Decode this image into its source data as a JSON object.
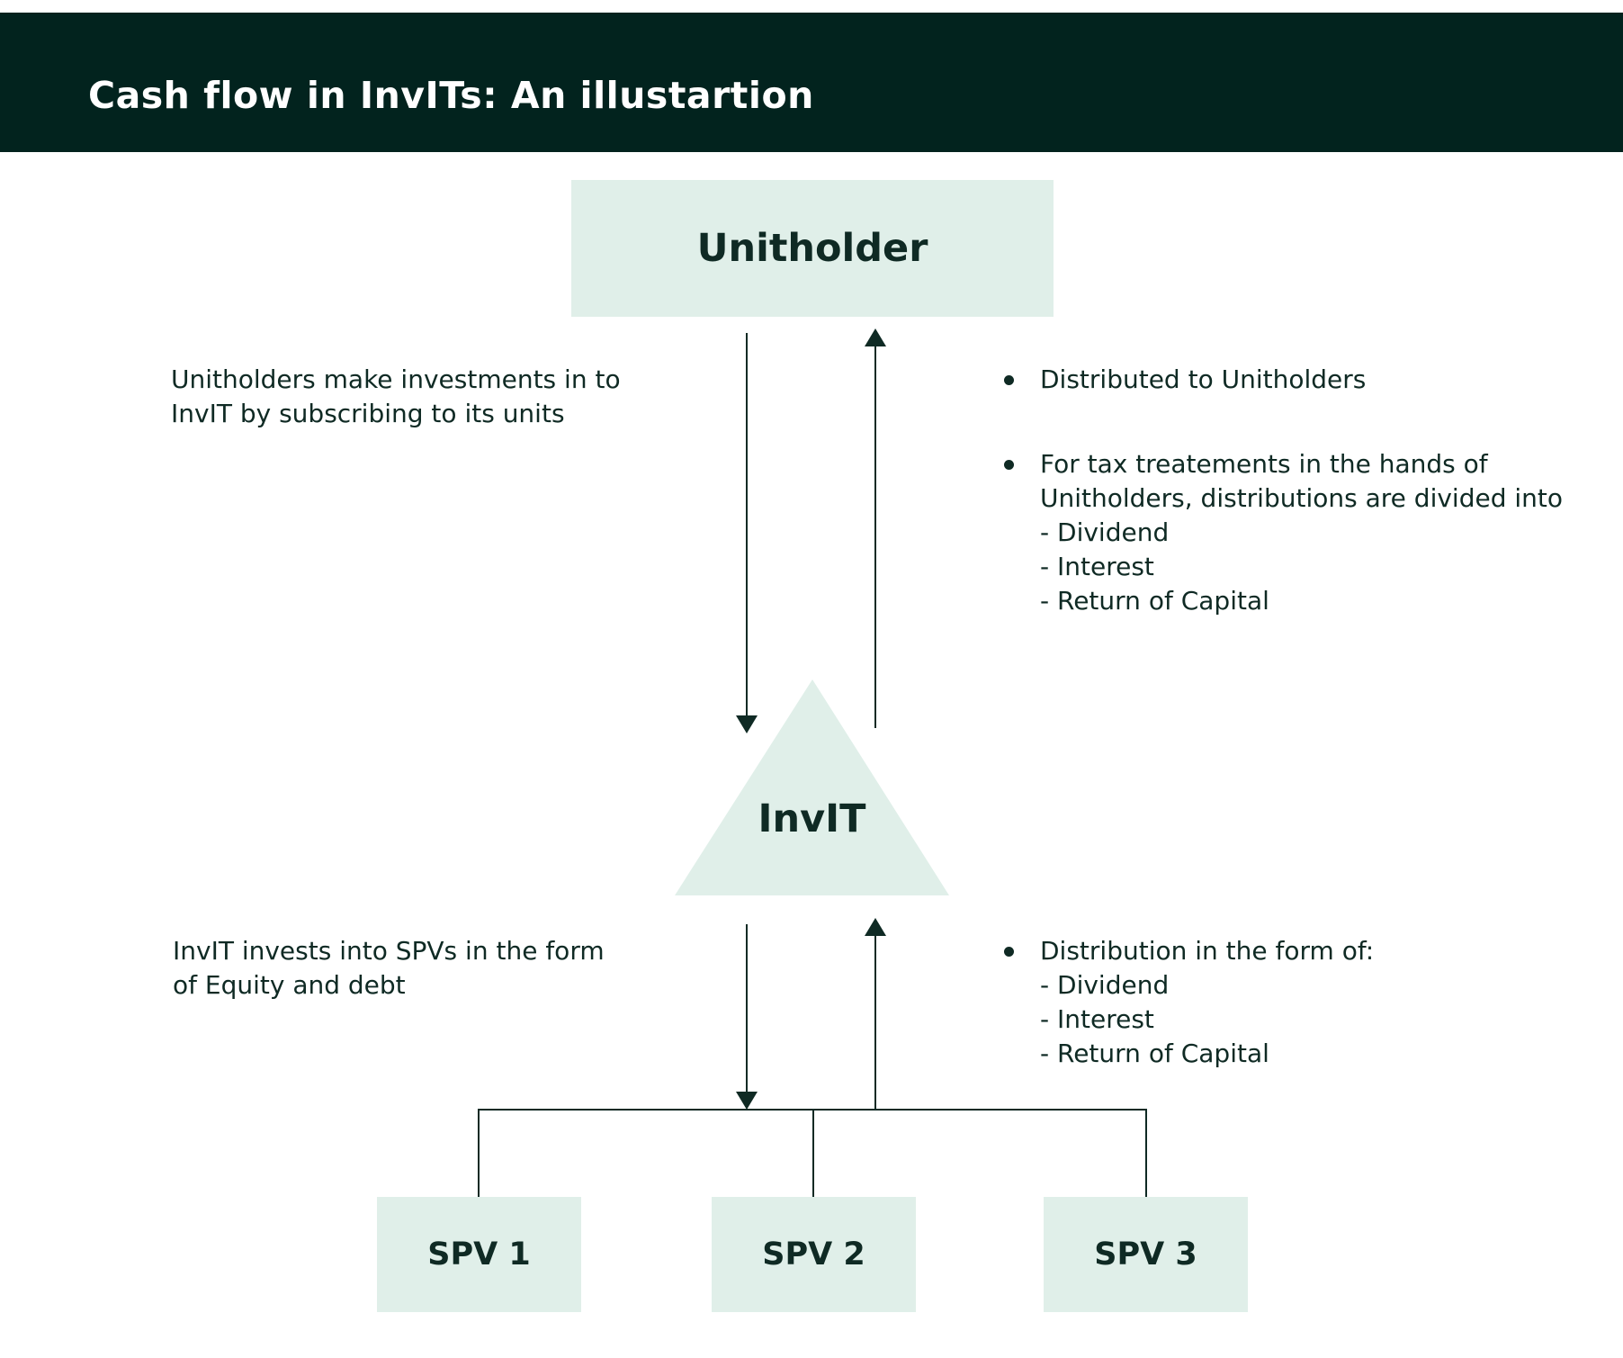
{
  "header": {
    "title": "Cash flow in InvITs: An illustartion"
  },
  "nodes": {
    "unitholder": "Unitholder",
    "invit": "InvIT",
    "spv1": "SPV 1",
    "spv2": "SPV 2",
    "spv3": "SPV 3"
  },
  "annotations": {
    "investment_in": {
      "line1": "Unitholders make investments in to",
      "line2": "InvIT by subscribing to its units"
    },
    "investment_spv": {
      "line1": "InvIT invests into SPVs in the form",
      "line2": "of Equity and debt"
    },
    "distribution_top": [
      {
        "lines": [
          "Distributed to Unitholders"
        ]
      },
      {
        "lines": [
          "For tax treatements in the hands of",
          "Unitholders, distributions are divided into",
          "- Dividend",
          "- Interest",
          "- Return of Capital"
        ]
      }
    ],
    "distribution_bottom": [
      {
        "lines": [
          "Distribution in the form of:",
          "- Dividend",
          "- Interest",
          "- Return of Capital"
        ]
      }
    ]
  },
  "colors": {
    "header_bg": "#02231e",
    "box_fill": "#e0efe9",
    "line": "#0f2a24",
    "text": "#0f2a24"
  }
}
